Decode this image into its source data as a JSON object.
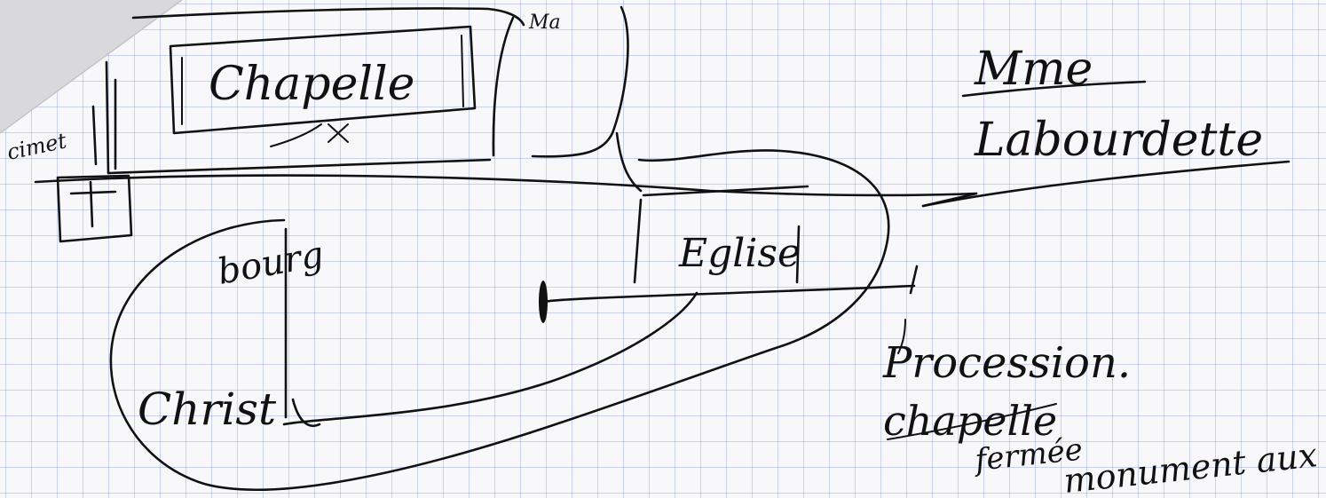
{
  "labels": {
    "chapelle": "Chapelle",
    "cimetiere": "cimet",
    "bourg": "bourg",
    "christ": "Christ",
    "eglise": "Eglise",
    "top_note": "Ma",
    "annotation_line1": "Mme",
    "annotation_line2": "Labourdette",
    "notes": [
      "Procession.",
      "chapelle",
      "fermée",
      "monument aux mor"
    ]
  },
  "colors": {
    "ink": "#111111",
    "grid": "#8c9bd2",
    "paper": "#f8f8fa"
  }
}
